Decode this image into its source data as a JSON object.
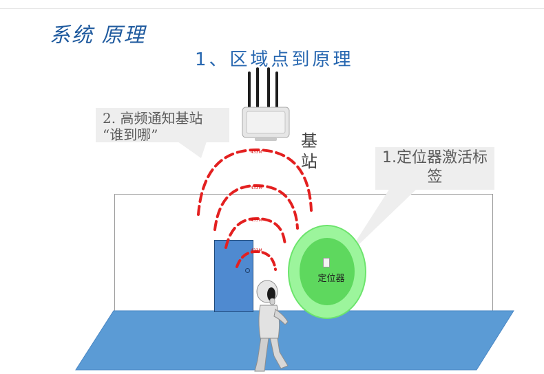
{
  "slide": {
    "title": "系统 原理",
    "subtitle": "1、区域点到原理"
  },
  "callouts": {
    "base_station_notify": [
      "2. 高频通知基站",
      "“谁到哪”"
    ],
    "tag_activation": [
      "1.定位器激活标",
      "签"
    ]
  },
  "base_station": {
    "label": [
      "基",
      "站"
    ]
  },
  "signal": {
    "frequency_labels": [
      "433M",
      "433M",
      "433M",
      "433M"
    ]
  },
  "locator": {
    "label": "定位器"
  },
  "colors": {
    "title": "#1f5a9e",
    "wave": "#e32020",
    "floor": "#5b9bd5",
    "door": "#4f8ad0",
    "tag_field": "#5ed85e"
  }
}
